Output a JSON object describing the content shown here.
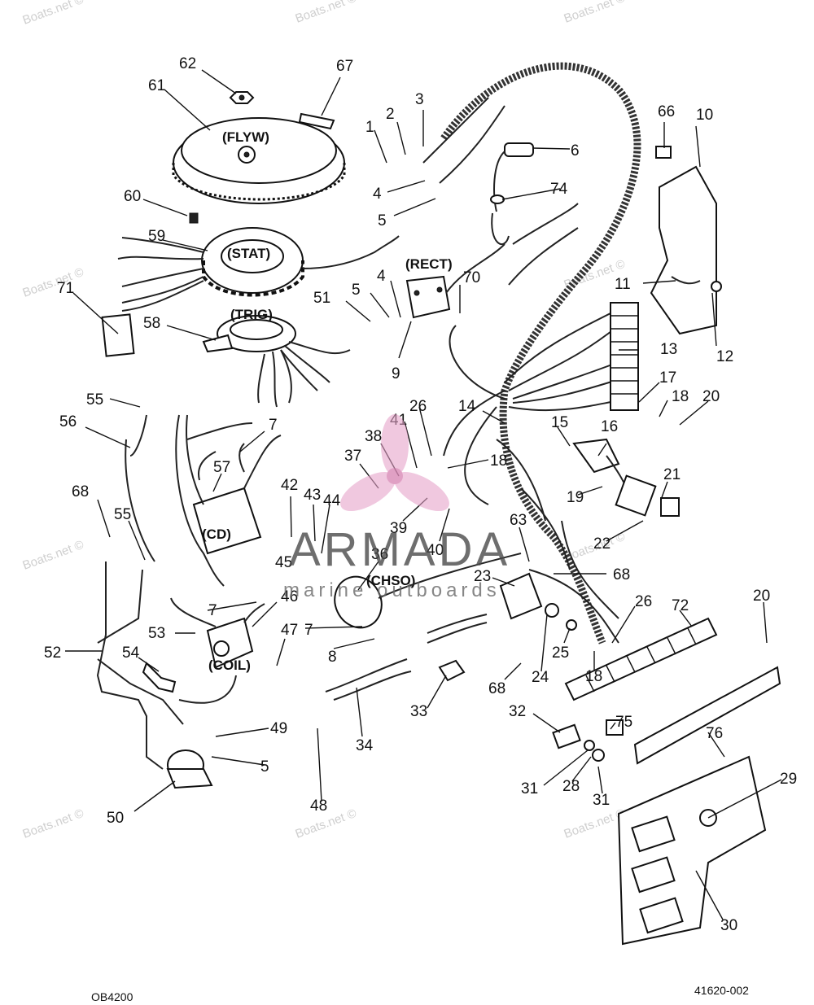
{
  "watermark_text": "Boats.net ©",
  "brand": {
    "name": "ARMADA",
    "tagline": "marine outboards",
    "accent": "#e6a3c9"
  },
  "codes": {
    "left": "OB4200",
    "right": "41620-002"
  },
  "components": {
    "flywheel": "(FLYW)",
    "stator": "(STAT)",
    "trigger": "(TRIG)",
    "rectifier": "(RECT)",
    "cd_module": "(CD)",
    "choke_solenoid": "(CHSO)",
    "coil": "(COIL)"
  },
  "part_labels": [
    "1",
    "2",
    "3",
    "4",
    "5",
    "6",
    "74",
    "67",
    "62",
    "61",
    "60",
    "59",
    "71",
    "58",
    "51",
    "5",
    "4",
    "70",
    "9",
    "66",
    "10",
    "11",
    "12",
    "13",
    "17",
    "18",
    "20",
    "55",
    "56",
    "7",
    "57",
    "42",
    "43",
    "44",
    "45",
    "68",
    "55",
    "52",
    "7",
    "53",
    "46",
    "54",
    "47",
    "36",
    "7",
    "8",
    "37",
    "38",
    "41",
    "26",
    "18",
    "39",
    "40",
    "14",
    "15",
    "16",
    "19",
    "21",
    "22",
    "63",
    "68",
    "23",
    "24",
    "25",
    "26",
    "18",
    "72",
    "20",
    "68",
    "33",
    "34",
    "32",
    "75",
    "76",
    "31",
    "28",
    "31",
    "29",
    "30",
    "50",
    "49",
    "5",
    "48"
  ]
}
